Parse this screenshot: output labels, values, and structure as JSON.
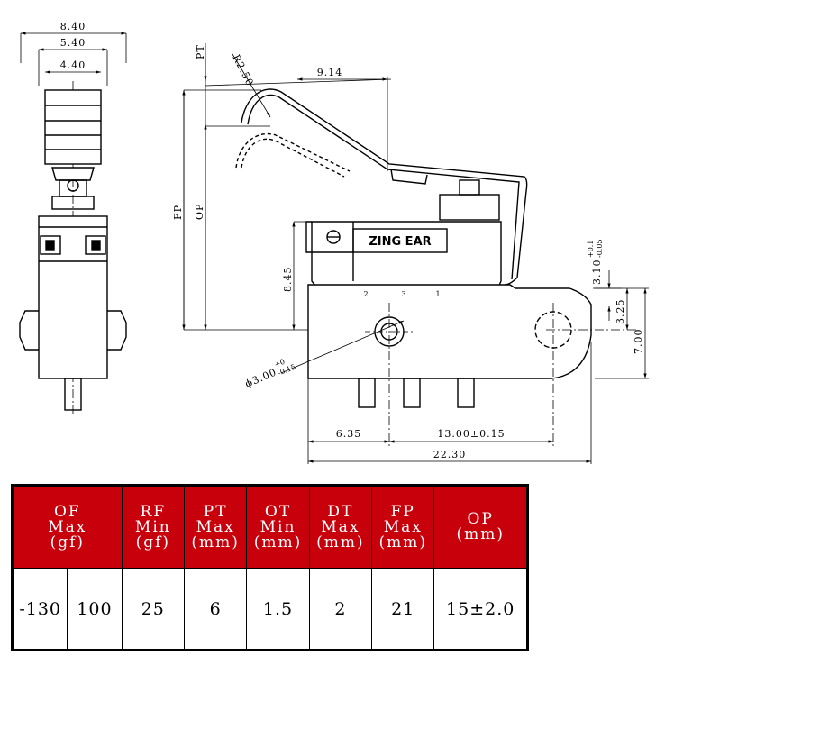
{
  "drawing": {
    "colors": {
      "line": "#000000",
      "header_bg": "#c8000c",
      "header_text": "#ffffff"
    },
    "brand": "ZING EAR",
    "terminals": [
      "2",
      "3",
      "1"
    ],
    "side_dims": {
      "w1": "8.40",
      "w2": "5.40",
      "w3": "4.40"
    },
    "labels": {
      "pt": "PT",
      "r": "R2.50",
      "top_dim": "9.14",
      "fp": "FP",
      "op": "OP",
      "h845": "8.45",
      "d310": "3.10",
      "d310_tol_up": "+0.1",
      "d310_tol_dn": "-0.05",
      "d325": "3.25",
      "d700": "7.00",
      "hole": "ϕ3.00",
      "hole_tol_up": "+0",
      "hole_tol_dn": "-0.15",
      "d635": "6.35",
      "d1300": "13.00±0.15",
      "d2230": "22.30"
    }
  },
  "spec_table": {
    "headers": [
      {
        "id": "of",
        "lines": [
          "OF",
          "Max",
          "(gf)"
        ]
      },
      {
        "id": "rf",
        "lines": [
          "RF",
          "Min",
          "(gf)"
        ]
      },
      {
        "id": "pt",
        "lines": [
          "PT",
          "Max",
          "(mm)"
        ]
      },
      {
        "id": "ot",
        "lines": [
          "OT",
          "Min",
          "(mm)"
        ]
      },
      {
        "id": "dt",
        "lines": [
          "DT",
          "Max",
          "(mm)"
        ]
      },
      {
        "id": "fp",
        "lines": [
          "FP",
          "Max",
          "(mm)"
        ]
      },
      {
        "id": "op",
        "lines": [
          "OP",
          "(mm)"
        ]
      }
    ],
    "values": [
      "-130",
      "100",
      "25",
      "6",
      "1.5",
      "2",
      "21",
      "15±2.0"
    ]
  }
}
